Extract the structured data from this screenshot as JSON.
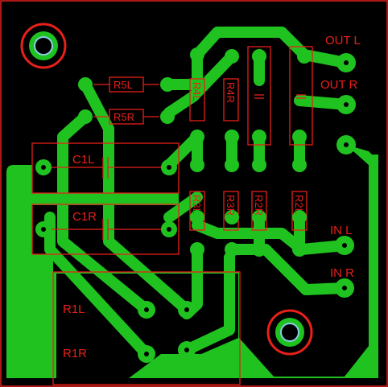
{
  "labels": {
    "out_l": "OUT L",
    "out_r": "OUT R",
    "in_l": "IN L",
    "in_r": "IN R",
    "r5l": "R5L",
    "r5r": "R5R",
    "c1l": "C1L",
    "c1r": "C1R",
    "r4l": "R4L",
    "r4r": "R4R",
    "r3l": "R3L",
    "r3r": "R3R",
    "r2r": "R2R",
    "r2l": "R2L",
    "r1l": "R1L",
    "r1r": "R1R"
  },
  "colors": {
    "copper": "#1fc21f",
    "silkscreen": "#e8201a",
    "board": "#000000",
    "mounting_hole_inner": "#87cee6"
  }
}
